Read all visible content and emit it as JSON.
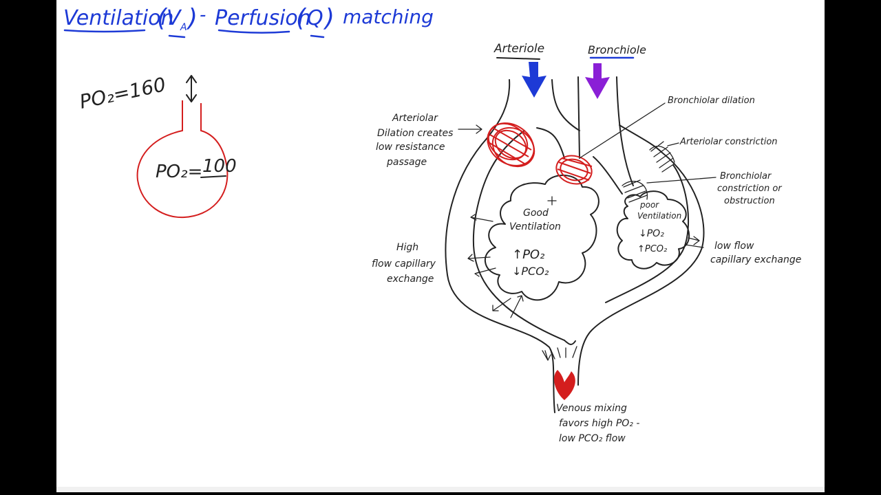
{
  "title": {
    "ventilation": "Ventilation",
    "va_open": "(",
    "va_v": "V",
    "va_sub": "A",
    "va_close": ")",
    "dash": "-",
    "perfusion": "Perfusion",
    "q_open": "(",
    "q": "Q",
    "q_close": ")",
    "matching": "matching"
  },
  "alveolus_example": {
    "outside_po2": "PO₂=160",
    "inside_po2_label": "PO₂=",
    "inside_po2_value": "100"
  },
  "labels": {
    "arteriole": "Arteriole",
    "bronchiole": "Bronchiole",
    "bronchiolar_dilation": "Bronchiolar dilation",
    "arteriolar_constriction": "Arteriolar constriction",
    "bronchiolar_constriction": [
      "Bronchiolar",
      "constriction or",
      "obstruction"
    ],
    "arteriolar_dilation": [
      "Arteriolar",
      "Dilation creates",
      "low resistance",
      "passage"
    ],
    "good_ventilation": [
      "Good",
      "Ventilation"
    ],
    "good_po2": "↑PO₂",
    "good_pco2": "↓PCO₂",
    "poor_ventilation": [
      "poor",
      "Ventilation"
    ],
    "poor_po2": "↓PO₂",
    "poor_pco2": "↑PCO₂",
    "high_flow": [
      "High",
      "flow capillary",
      "exchange"
    ],
    "low_flow": [
      "low flow",
      "capillary exchange"
    ],
    "venous_mixing": [
      "Venous mixing",
      "favors high PO₂ -",
      "low PCO₂ flow"
    ]
  },
  "colors": {
    "title": "#1d3ad6",
    "arteriole_arrow": "#1d3ad6",
    "bronchiole_arrow": "#8a1fd6",
    "red": "#d41e1e",
    "ink": "#222222"
  }
}
